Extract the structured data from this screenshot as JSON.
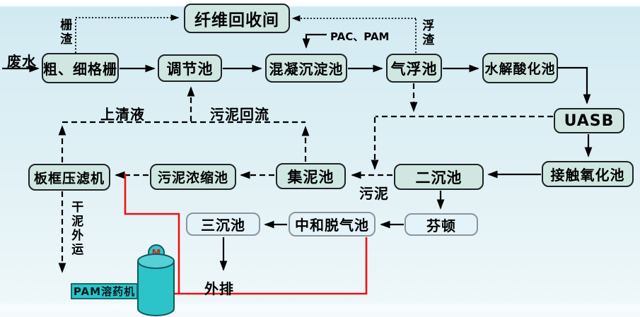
{
  "diagram": {
    "type": "wastewater-treatment-process-flow",
    "nodes": {
      "fiber_recovery": "纤维回收间",
      "coarse_fine_screen": "粗、细格栅",
      "regulating_tank": "调节池",
      "coagulation_sedimentation_tank": "混凝沉淀池",
      "air_flotation_tank": "气浮池",
      "hydrolysis_acidification_tank": "水解酸化池",
      "uasb": "UASB",
      "contact_oxidation_tank": "接触氧化池",
      "secondary_sedimentation_tank": "二沉池",
      "sludge_collection_tank": "集泥池",
      "sludge_thickening_tank": "污泥浓缩池",
      "plate_frame_filter_press": "板框压滤机",
      "tertiary_sedimentation_tank": "三沉池",
      "neutralization_degassing_tank": "中和脱气池",
      "fenton": "芬顿"
    },
    "labels": {
      "influent": "废水",
      "grid_slag": "栅渣",
      "scum": "浮渣",
      "pac_pam": "PAC、PAM",
      "supernatant": "上清液",
      "sludge_return": "污泥回流",
      "sludge": "污泥",
      "dry_sludge_out": "干泥外运",
      "discharge": "外排",
      "pam_dissolver": "PAM溶药机",
      "motor": "M"
    },
    "edges": [
      {
        "from": "influent",
        "to": "coarse_fine_screen",
        "style": "solid"
      },
      {
        "from": "coarse_fine_screen",
        "to": "regulating_tank",
        "style": "solid"
      },
      {
        "from": "regulating_tank",
        "to": "coagulation_sedimentation_tank",
        "style": "solid"
      },
      {
        "from": "pac_pam",
        "to": "coagulation_sedimentation_tank",
        "style": "solid"
      },
      {
        "from": "coagulation_sedimentation_tank",
        "to": "air_flotation_tank",
        "style": "solid"
      },
      {
        "from": "air_flotation_tank",
        "to": "hydrolysis_acidification_tank",
        "style": "solid"
      },
      {
        "from": "hydrolysis_acidification_tank",
        "to": "uasb",
        "style": "solid"
      },
      {
        "from": "uasb",
        "to": "contact_oxidation_tank",
        "style": "solid"
      },
      {
        "from": "contact_oxidation_tank",
        "to": "secondary_sedimentation_tank",
        "style": "solid"
      },
      {
        "from": "secondary_sedimentation_tank",
        "to": "fenton",
        "style": "solid"
      },
      {
        "from": "fenton",
        "to": "neutralization_degassing_tank",
        "style": "solid"
      },
      {
        "from": "neutralization_degassing_tank",
        "to": "tertiary_sedimentation_tank",
        "style": "solid"
      },
      {
        "from": "tertiary_sedimentation_tank",
        "to": "discharge",
        "style": "solid"
      },
      {
        "from": "coarse_fine_screen",
        "to": "fiber_recovery",
        "style": "dotted",
        "label": "栅渣"
      },
      {
        "from": "air_flotation_tank",
        "to": "fiber_recovery",
        "style": "dotted",
        "label": "浮渣"
      },
      {
        "from": "plate_frame_filter_press",
        "to": "regulating_tank",
        "style": "dashed",
        "label": "上清液"
      },
      {
        "from": "sludge_collection_tank",
        "to": "regulating_tank",
        "style": "dashed",
        "label": "污泥回流"
      },
      {
        "from": "uasb",
        "to": "sludge_collection_tank",
        "style": "dashed"
      },
      {
        "from": "air_flotation_tank",
        "to": "sludge_collection_tank",
        "style": "dashed"
      },
      {
        "from": "secondary_sedimentation_tank",
        "to": "sludge_collection_tank",
        "style": "dashed",
        "label": "污泥"
      },
      {
        "from": "sludge_collection_tank",
        "to": "sludge_thickening_tank",
        "style": "dashed"
      },
      {
        "from": "sludge_thickening_tank",
        "to": "plate_frame_filter_press",
        "style": "dashed"
      },
      {
        "from": "plate_frame_filter_press",
        "to": "dry_sludge_out",
        "style": "dashed"
      },
      {
        "from": "pam_dissolver",
        "to": "plate_frame_filter_press",
        "style": "red"
      },
      {
        "from": "pam_dissolver",
        "to": "neutralization_degassing_tank",
        "style": "red"
      }
    ],
    "colors": {
      "node_fill": "#cfe7e0",
      "node_border": "#1f2326",
      "light_node_fill": "#e4f3f9",
      "light_node_border": "#8b959c",
      "flow_line": "#000000",
      "dosing_line": "#ee1111",
      "equipment_teal": "#2cc4c9",
      "motor_letter": "#e51c1c"
    }
  }
}
